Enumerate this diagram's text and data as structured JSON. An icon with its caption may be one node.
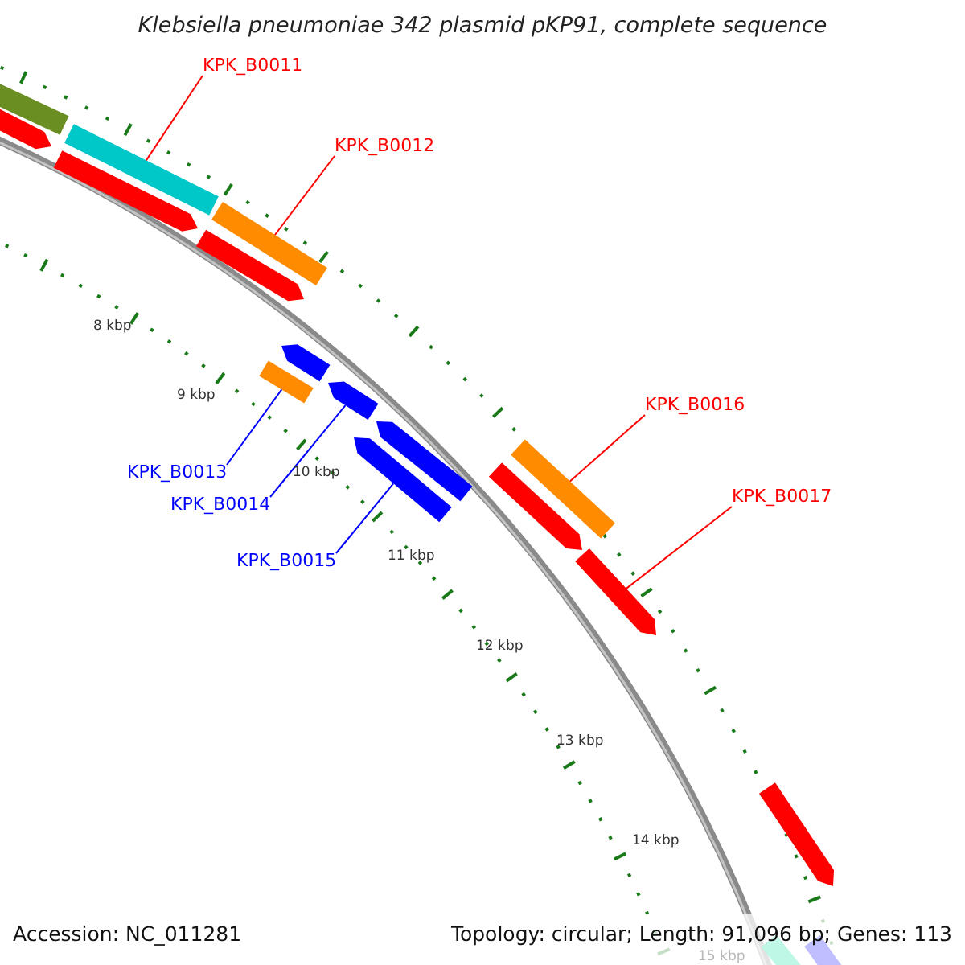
{
  "diagram": {
    "title": "Klebsiella pneumoniae 342 plasmid pKP91, complete sequence",
    "nodes": [
      {
        "text": [
          "KPK_B0011"
        ]
      },
      {
        "text": [
          "KPK_B0012"
        ]
      },
      {
        "text": [
          "KPK_B0013"
        ]
      },
      {
        "text": [
          "KPK_B0014"
        ]
      },
      {
        "text": [
          "KPK_B0015"
        ]
      },
      {
        "text": [
          "KPK_B0016"
        ]
      },
      {
        "text": [
          "KPK_B0017"
        ]
      },
      {
        "text": [],
        "shape": "bar"
      },
      {
        "text": [],
        "shape": "bar"
      },
      {
        "text": [],
        "shape": "bar"
      },
      {
        "text": [],
        "shape": "arrow"
      },
      {
        "text": [],
        "shape": "arrow"
      },
      {
        "text": [],
        "shape": "bar"
      },
      {
        "text": [],
        "shape": "arrow"
      }
    ],
    "edges": [
      {
        "from": 0,
        "to": 7,
        "arrow": "none"
      },
      {
        "from": 1,
        "to": 8,
        "arrow": "none"
      },
      {
        "from": 2,
        "to": 9,
        "arrow": "none",
        "color": "#0000ff"
      },
      {
        "from": 3,
        "to": 10,
        "arrow": "none",
        "color": "#0000ff"
      },
      {
        "from": 4,
        "to": 11,
        "arrow": "none",
        "color": "#0000ff"
      },
      {
        "from": 5,
        "to": 12,
        "arrow": "none"
      },
      {
        "from": 6,
        "to": 13,
        "arrow": "none"
      }
    ],
    "labels": [
      "8 kbp",
      "9 kbp",
      "10 kbp",
      "11 kbp",
      "12 kbp",
      "13 kbp",
      "14 kbp",
      "15 kbp",
      "Accession: NC_011281",
      "Topology: circular; Length: 91,096 bp; Genes: 113"
    ]
  }
}
